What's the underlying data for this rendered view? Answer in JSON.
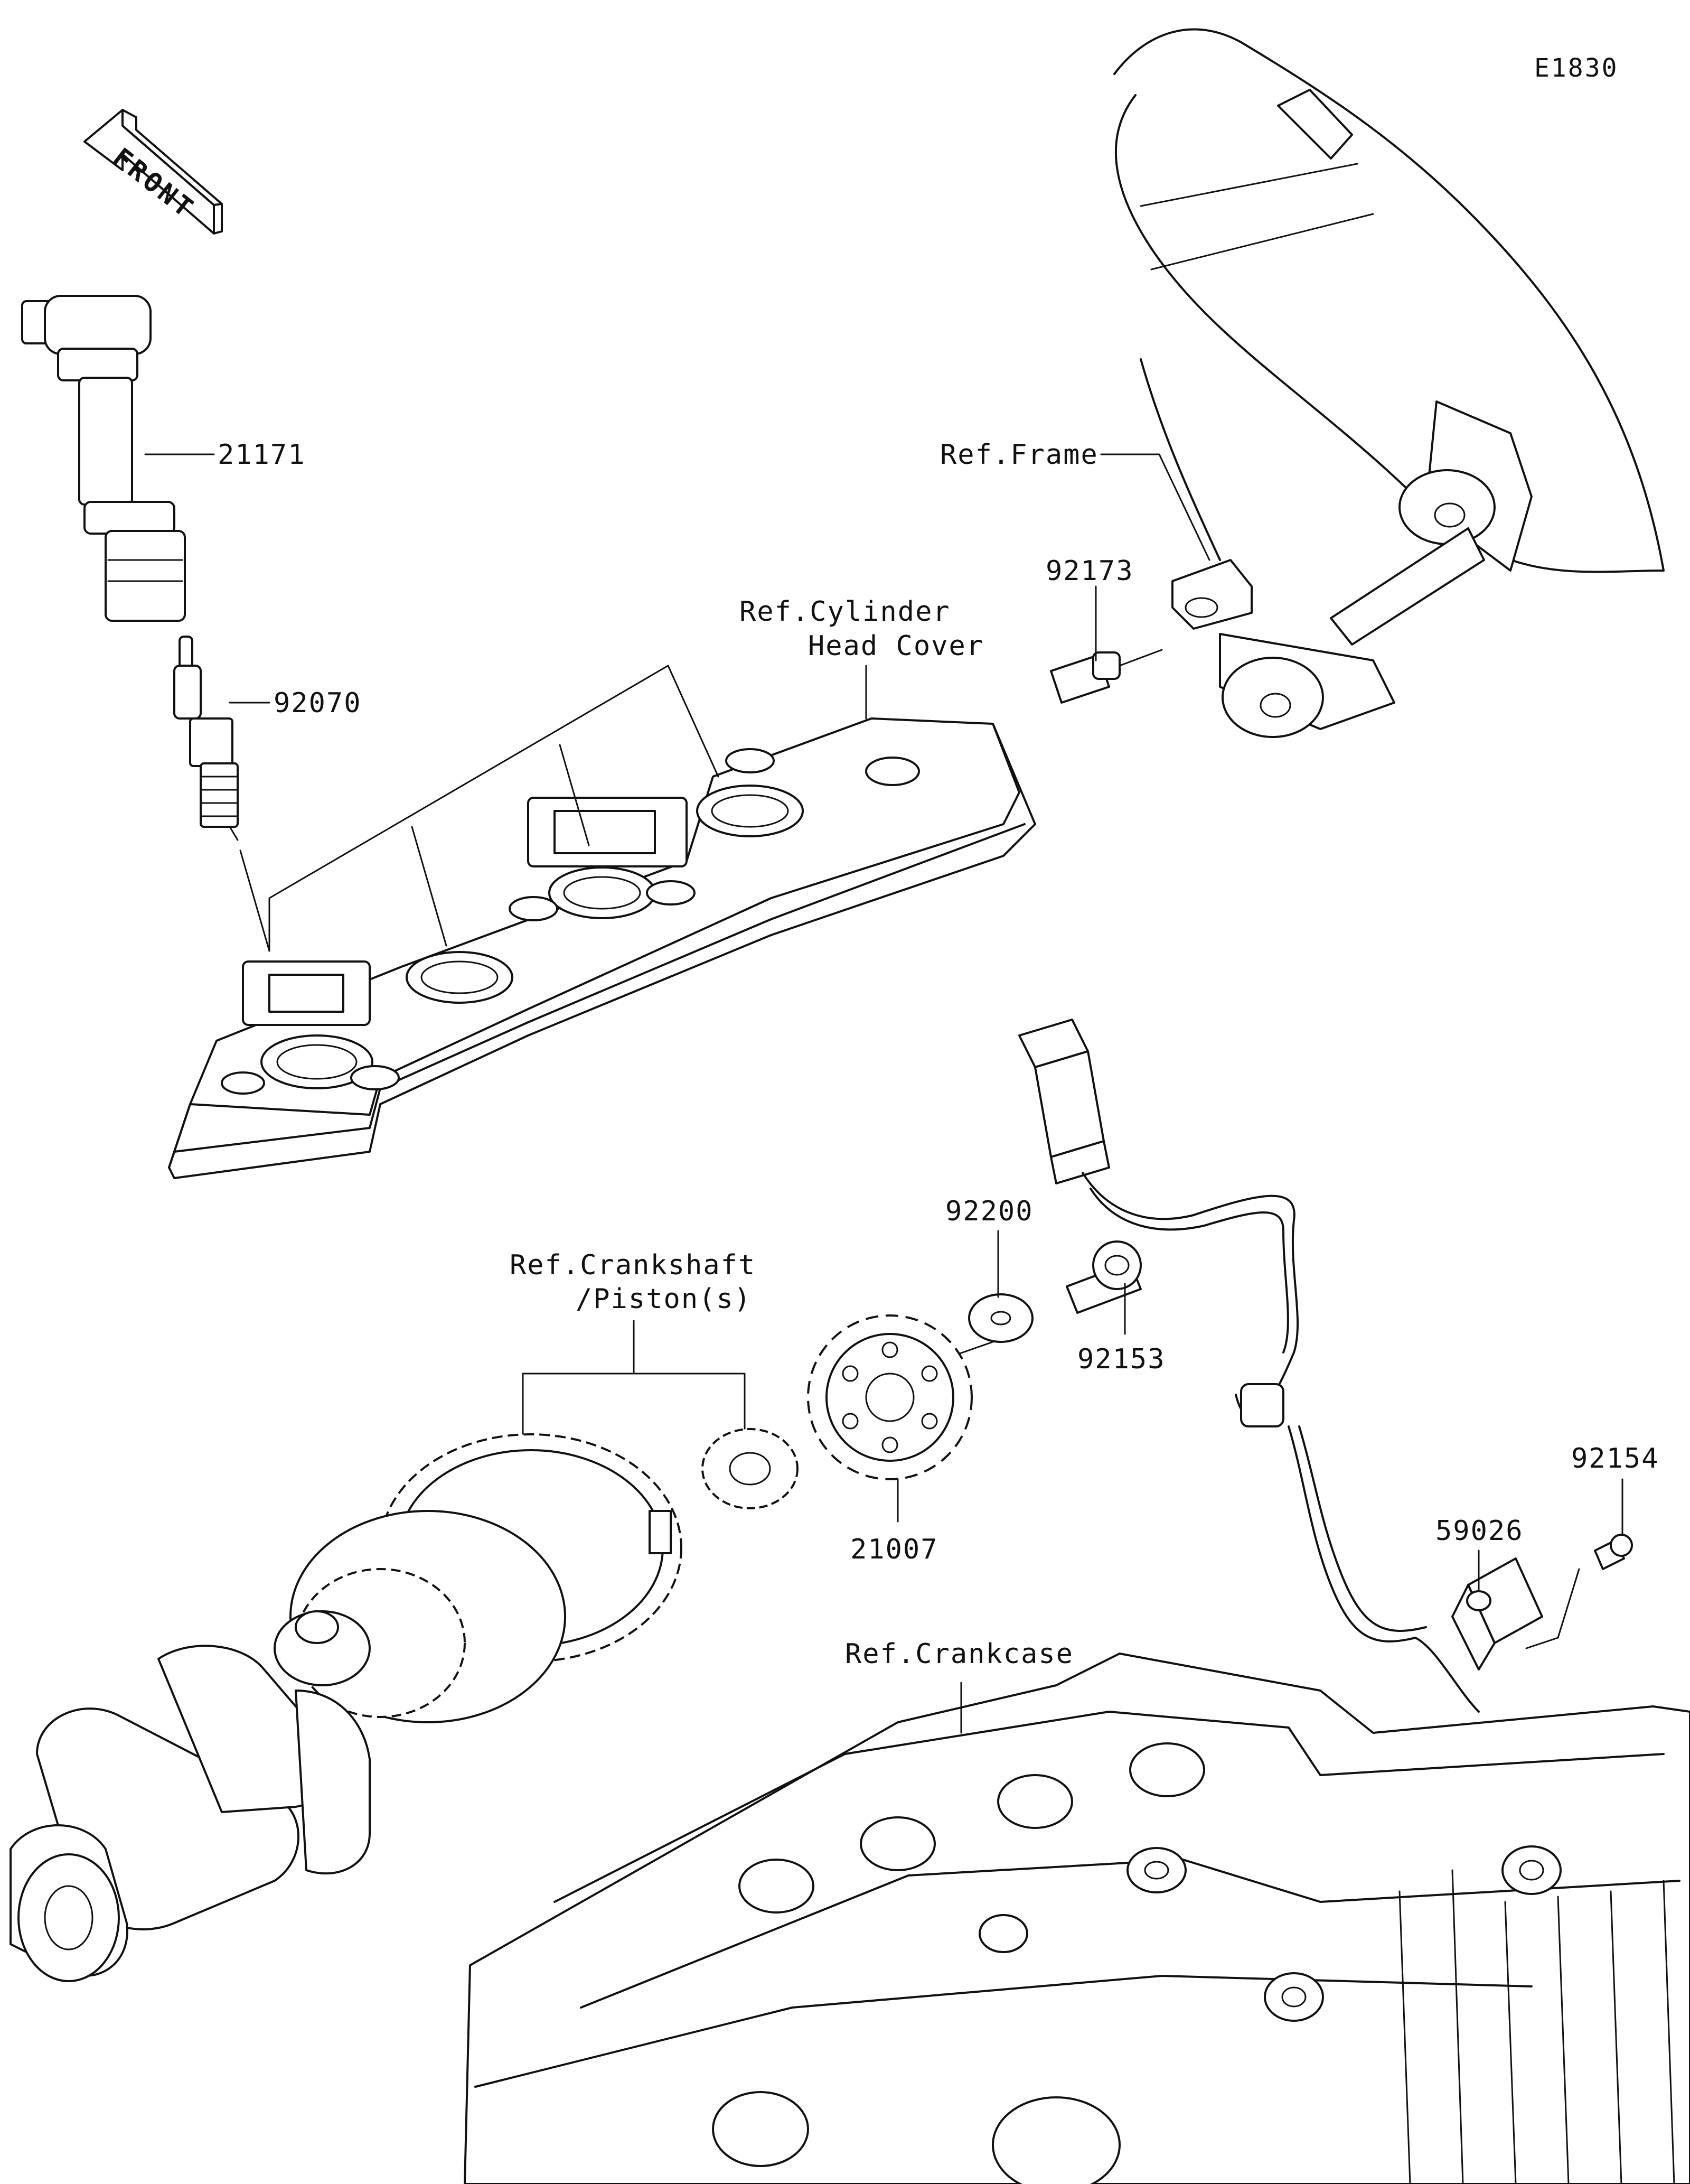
{
  "diagram": {
    "code": "E1830",
    "front_label": "FRONT",
    "parts": {
      "p21171": "21171",
      "p92070": "92070",
      "p92173": "92173",
      "p92200": "92200",
      "p92153": "92153",
      "p21007": "21007",
      "p92154": "92154",
      "p59026": "59026"
    },
    "refs": {
      "frame": "Ref.Frame",
      "cylinder_head_cover_1": "Ref.Cylinder",
      "cylinder_head_cover_2": "Head Cover",
      "crankshaft_1": "Ref.Crankshaft",
      "crankshaft_2": "/Piston(s)",
      "crankcase": "Ref.Crankcase"
    }
  }
}
